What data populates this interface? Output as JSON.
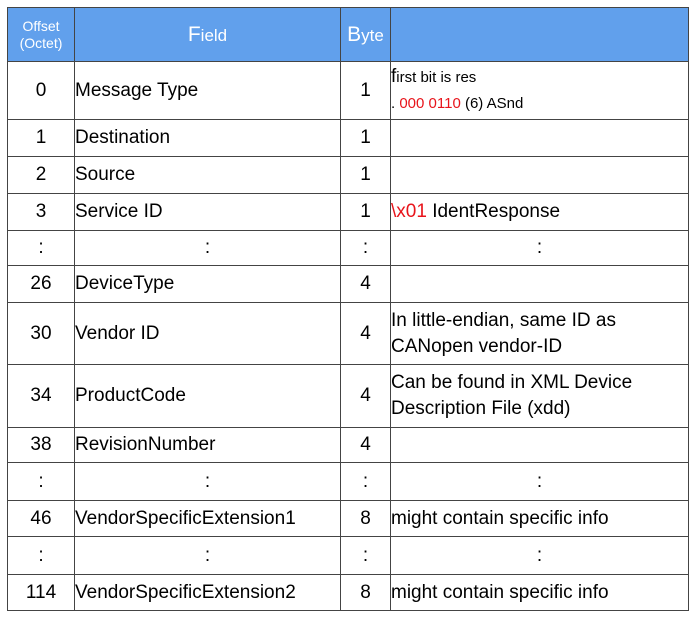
{
  "headers": {
    "offset_line1": "Offset",
    "offset_line2": "(Octet)",
    "field_first": "F",
    "field_rest": "ield",
    "byte_first": "B",
    "byte_rest": "yte"
  },
  "ellipsis": ":",
  "rows": {
    "r0": {
      "offset": "0",
      "field": "Message Type",
      "bytes": "1",
      "note_line1_first": "f",
      "note_line1_rest": "irst bit is res",
      "note_line2_prefix": ". ",
      "note_line2_red": "000 0110",
      "note_line2_rest": " (6) ASnd"
    },
    "r1": {
      "offset": "1",
      "field": "Destination",
      "bytes": "1"
    },
    "r2": {
      "offset": "2",
      "field": "Source",
      "bytes": "1"
    },
    "r3": {
      "offset": "3",
      "field": "Service ID",
      "bytes": "1",
      "note_red": "\\x01",
      "note_rest": " IdentResponse"
    },
    "r26": {
      "offset": "26",
      "field": "DeviceType",
      "bytes": "4"
    },
    "r30": {
      "offset": "30",
      "field": "Vendor ID",
      "bytes": "4",
      "note_line1": "In little-endian, same ID as",
      "note_line2": "CANopen vendor-ID"
    },
    "r34": {
      "offset": "34",
      "field": "ProductCode",
      "bytes": "4",
      "note_line1": "Can be found in XML Device",
      "note_line2": "Description File (xdd)"
    },
    "r38": {
      "offset": "38",
      "field": "RevisionNumber",
      "bytes": "4"
    },
    "r46": {
      "offset": "46",
      "field": "VendorSpecificExtension1",
      "bytes": "8",
      "note": "might contain specific info"
    },
    "r114": {
      "offset": "114",
      "field": "VendorSpecificExtension2",
      "bytes": "8",
      "note": "might contain specific info"
    }
  },
  "colors": {
    "header_bg": "#61a0ec",
    "highlight": "#e8141b",
    "border": "#444444"
  }
}
